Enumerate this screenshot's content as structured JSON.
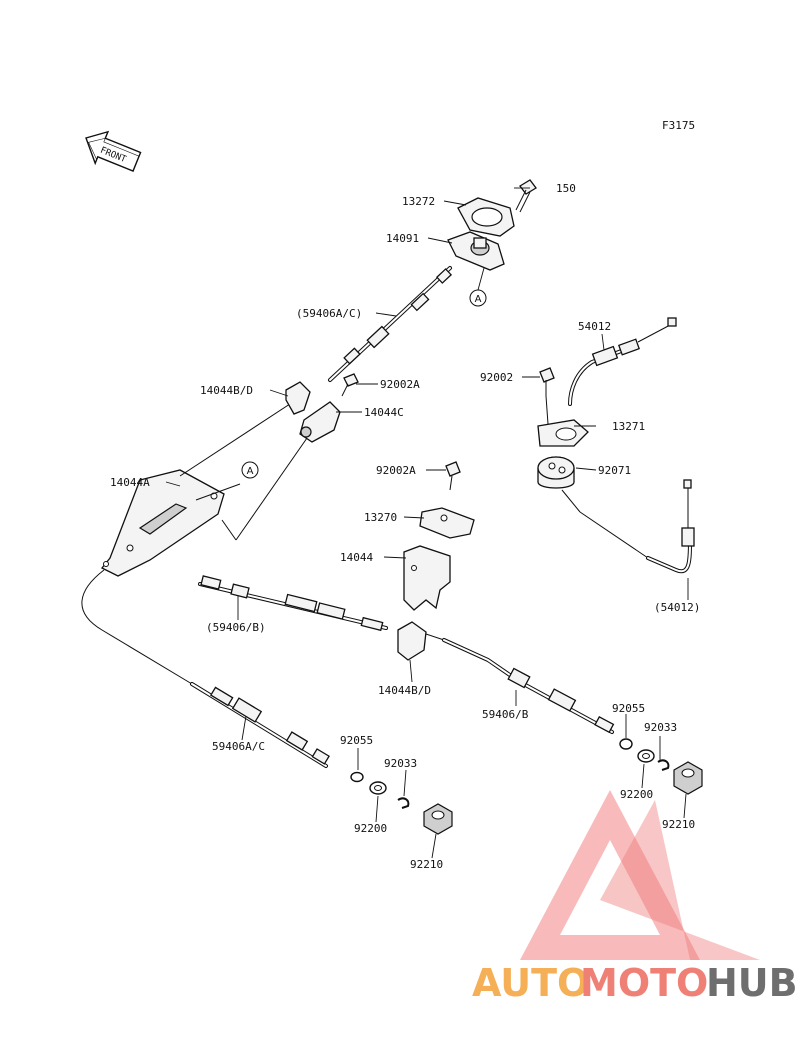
{
  "diagram_code": "F3175",
  "front_label": "FRONT",
  "ref_marker": "A",
  "watermark": {
    "text_1": "AUTO",
    "text_2": "MOTO",
    "text_3": "HUB",
    "color_1": "#f4a23a",
    "color_2": "#ec6a5e",
    "color_3": "#555555",
    "triangle_color": "#ee6b6b"
  },
  "labels": {
    "l150": "150",
    "l13272": "13272",
    "l14091": "14091",
    "l59406ac_top": "(59406A/C)",
    "l14044bd_top": "14044B/D",
    "l92002a_top": "92002A",
    "l14044c": "14044C",
    "l14044a": "14044A",
    "l54012": "54012",
    "l92002": "92002",
    "l13271": "13271",
    "l92071": "92071",
    "l92002a_mid": "92002A",
    "l13270": "13270",
    "l14044": "14044",
    "l54012_paren": "(54012)",
    "l59406b_paren": "(59406/B)",
    "l14044bd_mid": "14044B/D",
    "l59406b": "59406/B",
    "l92055_r": "92055",
    "l92033_r": "92033",
    "l92200_r": "92200",
    "l92210_r": "92210",
    "l92055_l": "92055",
    "l92033_l": "92033",
    "l59406ac": "59406A/C",
    "l92200_l": "92200",
    "l92210_l": "92210"
  }
}
